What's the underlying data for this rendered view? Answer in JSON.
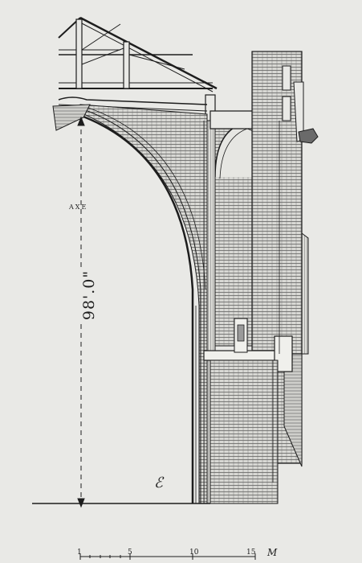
{
  "drawing": {
    "axis_label": "AXE",
    "height_label": "98'.0\"",
    "monogram_glyph": "ℰ",
    "scale": {
      "ticks": [
        "1",
        "5",
        "10",
        "15"
      ],
      "unit": "M"
    },
    "colors": {
      "paper": "#e9e9e6",
      "ink": "#1d1d1d",
      "frame": "#111111"
    }
  }
}
